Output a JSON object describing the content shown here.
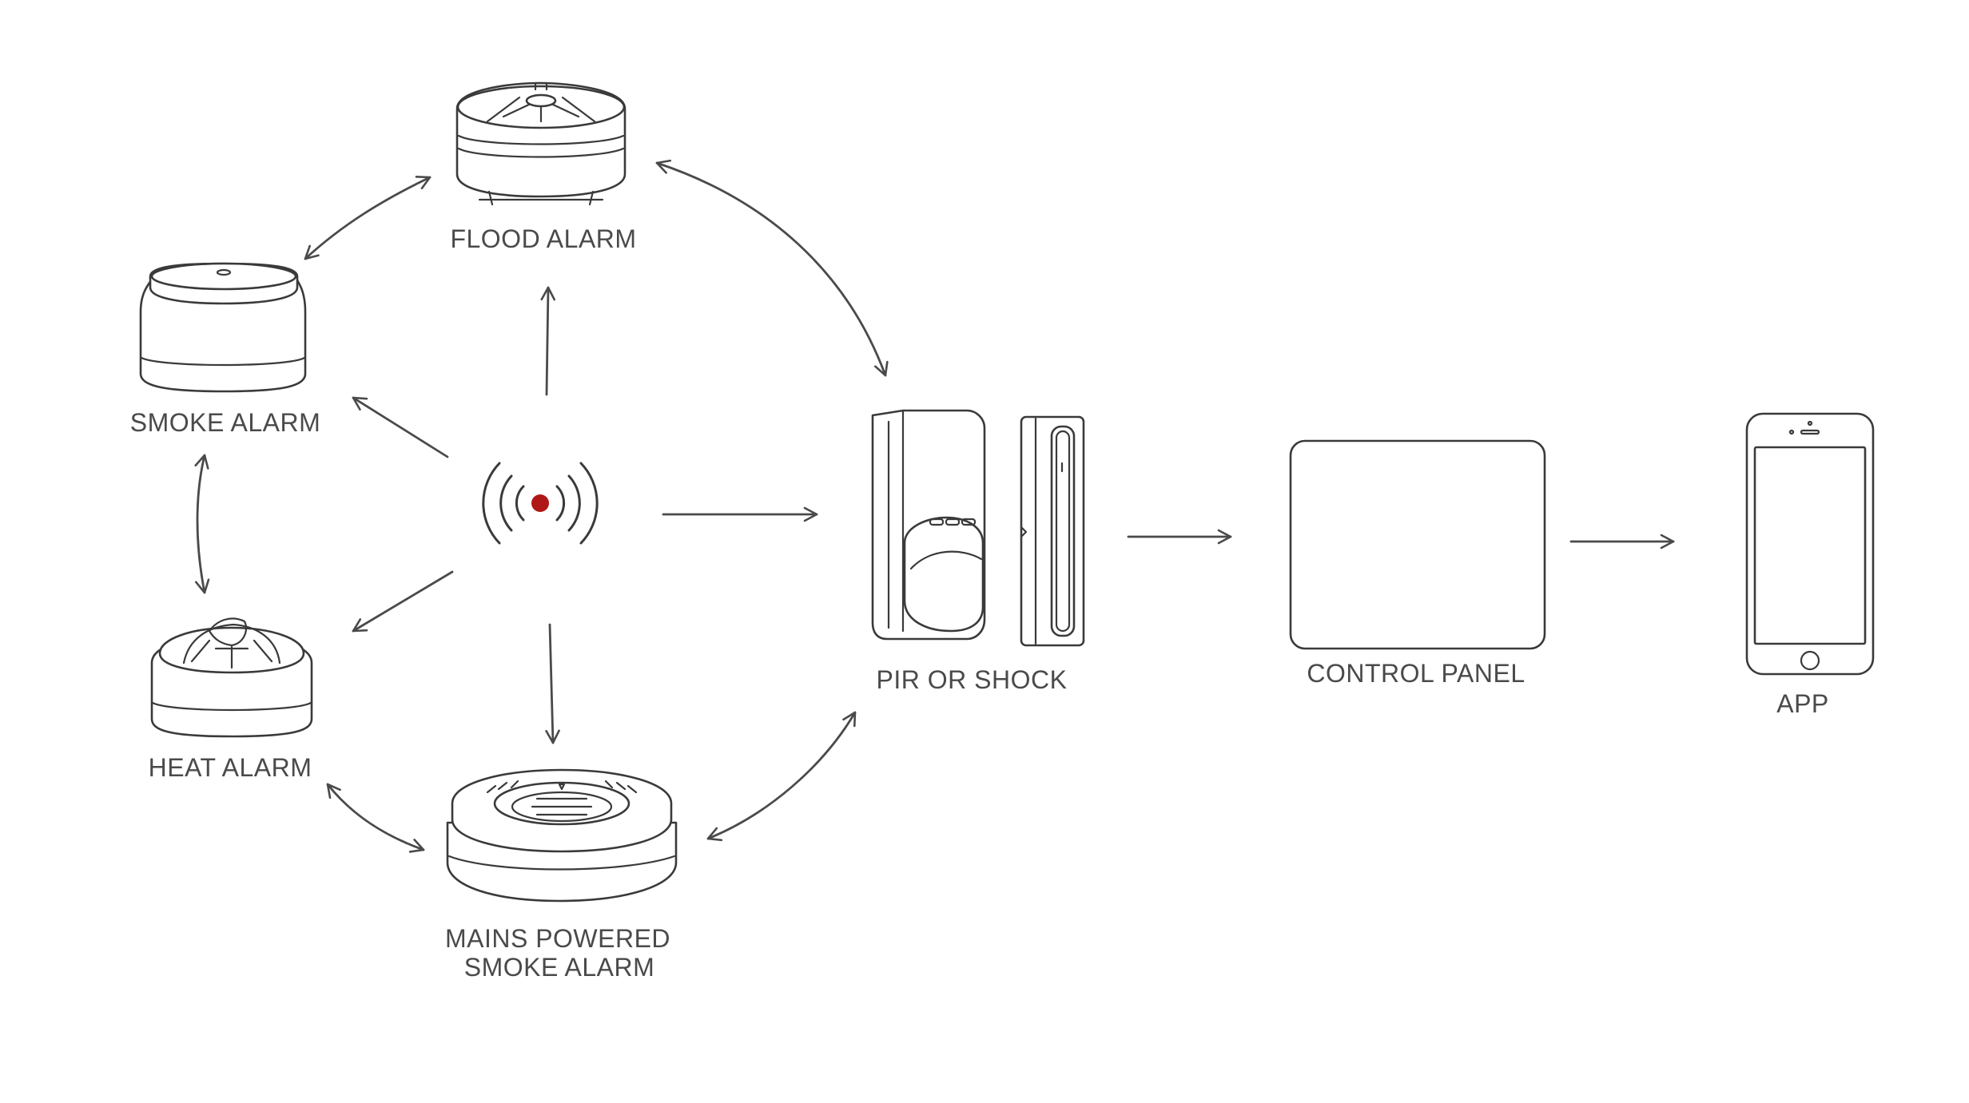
{
  "diagram": {
    "nodes": {
      "flood_alarm": "FLOOD ALARM",
      "smoke_alarm": "SMOKE ALARM",
      "heat_alarm": "HEAT ALARM",
      "mains_line1": "MAINS POWERED",
      "mains_line2": "SMOKE ALARM",
      "pir_or_shock": "PIR OR SHOCK",
      "control_panel": "CONTROL PANEL",
      "app": "APP"
    },
    "colors": {
      "line": "#3a3a3a",
      "label": "#4a4a4a",
      "signal_dot": "#b01717"
    }
  }
}
